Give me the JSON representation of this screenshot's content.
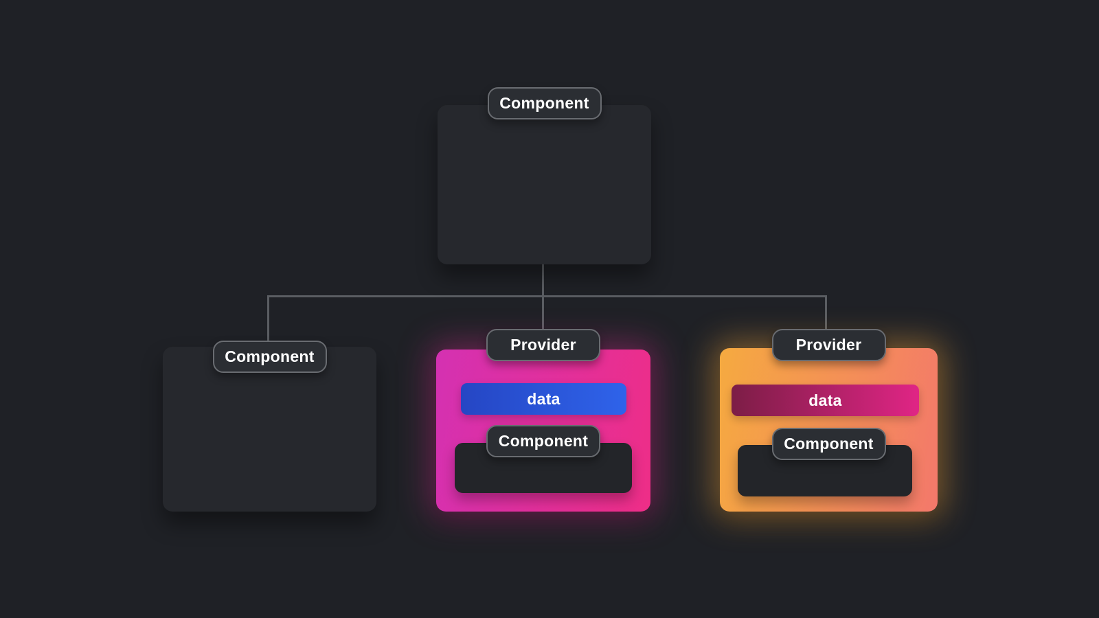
{
  "diagram": {
    "root_card": {
      "label": "Component"
    },
    "left_card": {
      "label": "Component"
    },
    "middle_card": {
      "label": "Provider",
      "data_bar_label": "data",
      "child_card_label": "Component",
      "card_gradient_start": "#d431b2",
      "card_gradient_end": "#ee2e87",
      "data_gradient_start": "#2546c4",
      "data_gradient_end": "#2f63ea",
      "glow_color": "#e22d96"
    },
    "right_card": {
      "label": "Provider",
      "data_bar_label": "data",
      "child_card_label": "Component",
      "card_gradient_start": "#f5aa40",
      "card_gradient_end": "#f3786b",
      "data_gradient_start": "#7c1d46",
      "data_gradient_end": "#e02585",
      "glow_color": "#f5a63c"
    },
    "colors": {
      "background": "#1f2126",
      "dark_card_fill": "#26282d",
      "pill_fill": "#2b2e33",
      "pill_border": "#696c71",
      "inner_box_fill": "#232529",
      "connector_line": "#5a5d62",
      "label_text": "#ffffff"
    }
  }
}
